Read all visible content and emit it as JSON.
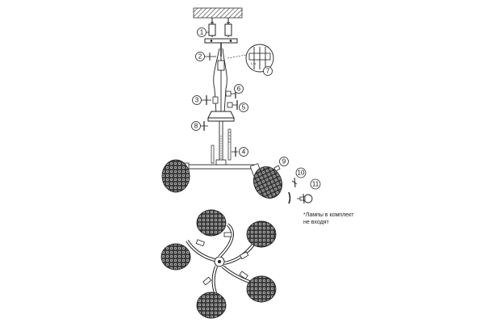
{
  "steps": [
    {
      "id": "1",
      "label": "1"
    },
    {
      "id": "2",
      "label": "2"
    },
    {
      "id": "3",
      "label": "3"
    },
    {
      "id": "4",
      "label": "4"
    },
    {
      "id": "5",
      "label": "5"
    },
    {
      "id": "6",
      "label": "6"
    },
    {
      "id": "7",
      "label": "7"
    },
    {
      "id": "8",
      "label": "8"
    },
    {
      "id": "9",
      "label": "9"
    },
    {
      "id": "10",
      "label": "10"
    },
    {
      "id": "11",
      "label": "11"
    }
  ],
  "note": {
    "line1": "*Лампы в комплект",
    "line2": "не входят"
  }
}
